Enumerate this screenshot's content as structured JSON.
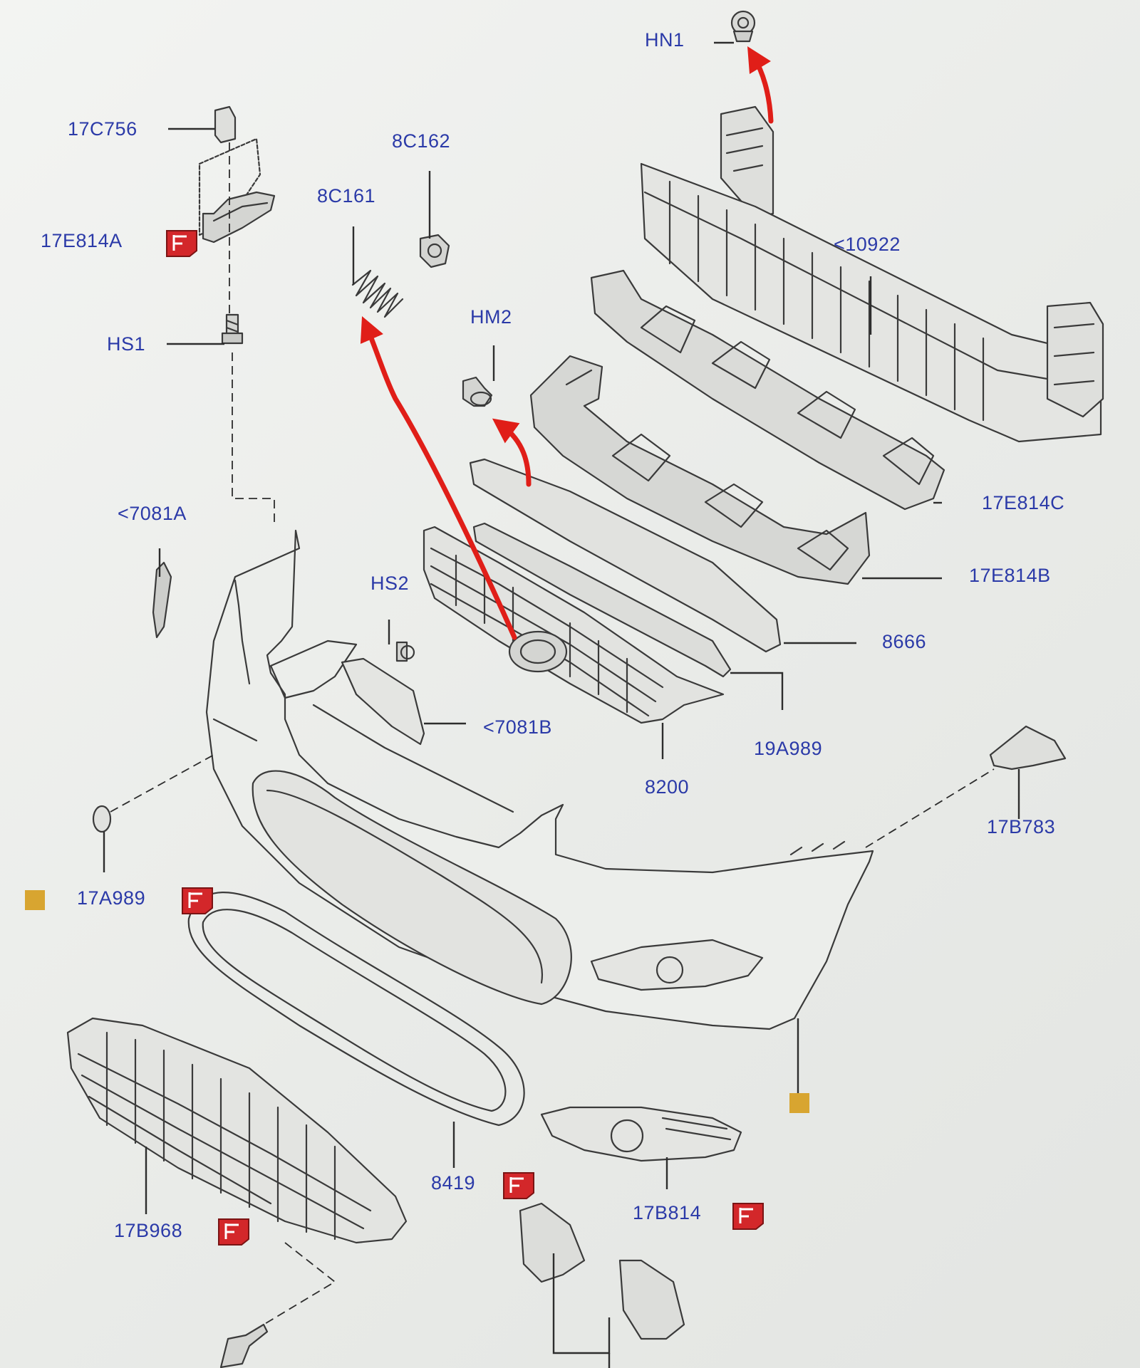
{
  "colors": {
    "label": "#2b3aa8",
    "line": "#3a3a3a",
    "arrow": "#e01e18",
    "callout_tag": "#d3272a",
    "marker": "#d8a530",
    "background": "#eef0ee"
  },
  "icons": [
    "callout-tag-icon",
    "position-marker-icon",
    "red-arrow"
  ],
  "labels": {
    "hn1": "HN1",
    "p17c756": "17C756",
    "p8c162": "8C162",
    "p8c161": "8C161",
    "p17e814a": "17E814A",
    "p10922": "<10922",
    "hm2": "HM2",
    "hs1": "HS1",
    "p17e814c": "17E814C",
    "p7081a": "<7081A",
    "p17e814b": "17E814B",
    "hs2": "HS2",
    "p8666": "8666",
    "p7081b": "<7081B",
    "p19a989": "19A989",
    "p8200": "8200",
    "p17b783": "17B783",
    "p17a989": "17A989",
    "p8419": "8419",
    "p17b814": "17B814",
    "p17b968": "17B968"
  }
}
